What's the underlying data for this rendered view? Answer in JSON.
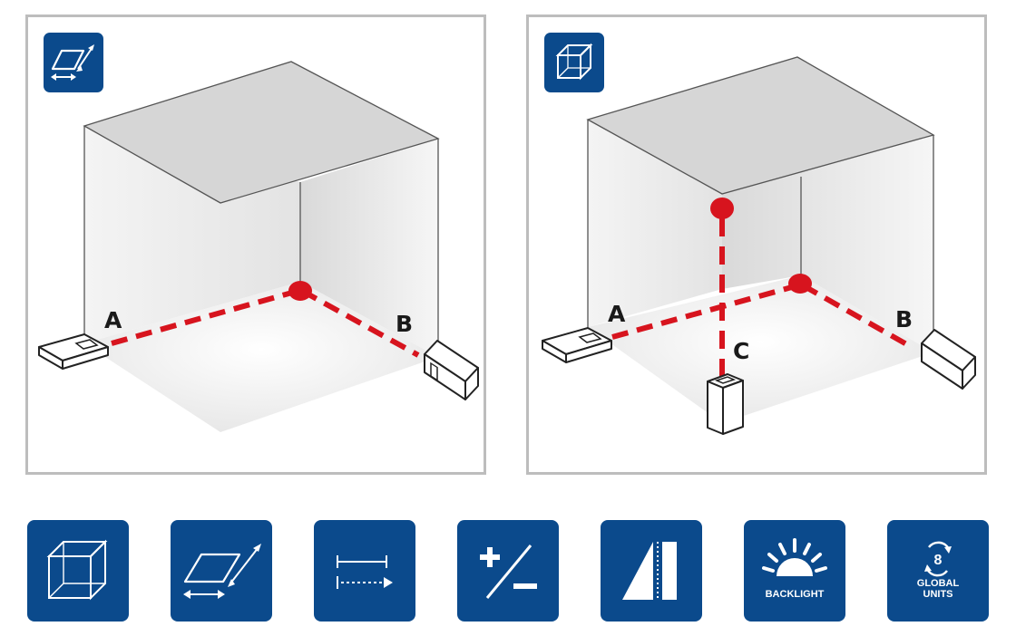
{
  "colors": {
    "brand_blue": "#0b4a8c",
    "laser_red": "#d7141e",
    "panel_border": "#bdbdbd"
  },
  "panels": [
    {
      "id": "area-measurement",
      "mode_icon": "area-measurement-icon",
      "points": {
        "a": "A",
        "b": "B"
      }
    },
    {
      "id": "volume-measurement",
      "mode_icon": "volume-measurement-icon",
      "points": {
        "a": "A",
        "b": "B",
        "c": "C"
      }
    }
  ],
  "features": [
    {
      "icon": "volume-measurement-icon",
      "text": ""
    },
    {
      "icon": "area-measurement-icon",
      "text": ""
    },
    {
      "icon": "continuous-measurement-icon",
      "text": ""
    },
    {
      "icon": "addition-subtraction-icon",
      "text": ""
    },
    {
      "icon": "indirect-height-icon",
      "text": ""
    },
    {
      "icon": "backlight-icon",
      "text": "BACKLIGHT"
    },
    {
      "icon": "global-units-icon",
      "badge": "8",
      "line1": "GLOBAL",
      "line2": "UNITS"
    }
  ]
}
